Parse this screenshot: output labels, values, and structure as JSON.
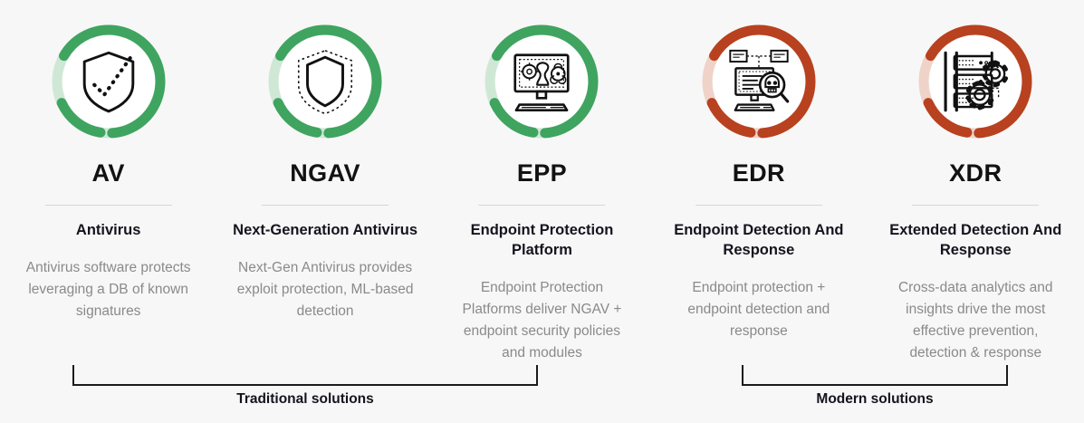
{
  "page": {
    "background": "#f7f7f7",
    "title": "Endpoint Security Solutions Evolution"
  },
  "colors": {
    "green_strong": "#3fa45f",
    "green_faded": "#cfe8d6",
    "red_strong": "#b8411f",
    "red_faded": "#efd3c9",
    "ring_inner": "#ffffff",
    "text_dark": "#121212",
    "text_gray": "#8a8a8a",
    "divider": "#d6d6d6",
    "bracket": "#1b1b1b"
  },
  "columns": [
    {
      "acronym": "AV",
      "full_name": "Antivirus",
      "description": "Antivirus software protects leveraging a DB of known signatures",
      "ring_color": "#3fa45f",
      "ring_faded_color": "#cfe8d6",
      "icon": "shield-check-dotted-icon",
      "category": "Traditional solutions"
    },
    {
      "acronym": "NGAV",
      "full_name": "Next-Generation Antivirus",
      "description": "Next-Gen Antivirus provides exploit protection, ML-based detection",
      "ring_color": "#3fa45f",
      "ring_faded_color": "#cfe8d6",
      "icon": "shield-dotted-outline-icon",
      "category": "Traditional solutions"
    },
    {
      "acronym": "EPP",
      "full_name": "Endpoint Protection Platform",
      "description": "Endpoint Protection Platforms deliver NGAV + endpoint security policies and modules",
      "ring_color": "#3fa45f",
      "ring_faded_color": "#cfe8d6",
      "icon": "desktop-threats-icon",
      "category": "Traditional solutions"
    },
    {
      "acronym": "EDR",
      "full_name": "Endpoint Detection And Response",
      "description": "Endpoint protection + endpoint detection and response",
      "ring_color": "#b8411f",
      "ring_faded_color": "#efd3c9",
      "icon": "desktop-magnifier-skull-icon",
      "category": "Modern solutions"
    },
    {
      "acronym": "XDR",
      "full_name": "Extended Detection And Response",
      "description": "Cross-data analytics and insights drive the most effective prevention, detection & response",
      "ring_color": "#b8411f",
      "ring_faded_color": "#efd3c9",
      "icon": "server-rack-gears-icon",
      "category": "Modern solutions"
    }
  ],
  "brackets": [
    {
      "label": "Traditional solutions",
      "spans": [
        "AV",
        "NGAV",
        "EPP"
      ]
    },
    {
      "label": "Modern solutions",
      "spans": [
        "EDR",
        "XDR"
      ]
    }
  ]
}
